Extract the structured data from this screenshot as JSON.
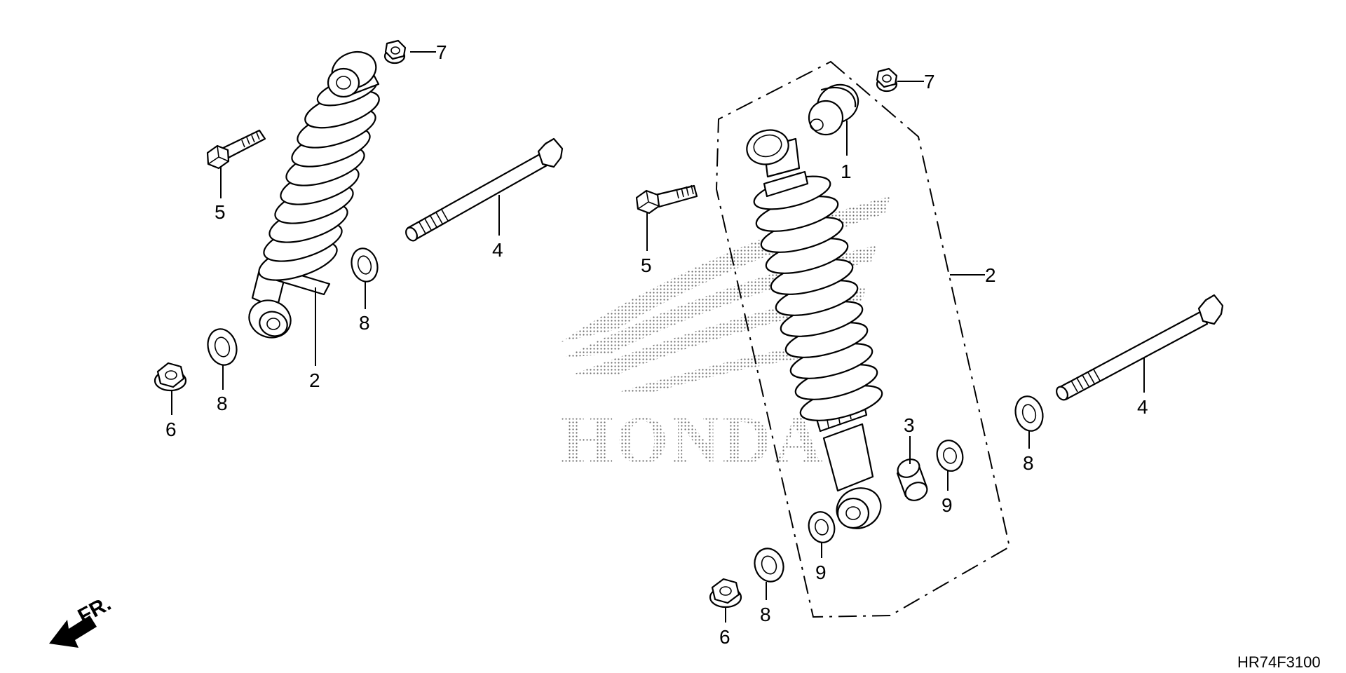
{
  "watermark": {
    "brand": "HONDA"
  },
  "direction": {
    "label": "FR."
  },
  "diagram_code": "HR74F3100",
  "callouts": {
    "left": {
      "c2": "2",
      "c4": "4",
      "c5": "5",
      "c6": "6",
      "c7": "7",
      "c8a": "8",
      "c8b": "8"
    },
    "right": {
      "c1": "1",
      "c2": "2",
      "c3": "3",
      "c4": "4",
      "c5": "5",
      "c6": "6",
      "c7": "7",
      "c8a": "8",
      "c8b": "8",
      "c9a": "9",
      "c9b": "9"
    }
  }
}
